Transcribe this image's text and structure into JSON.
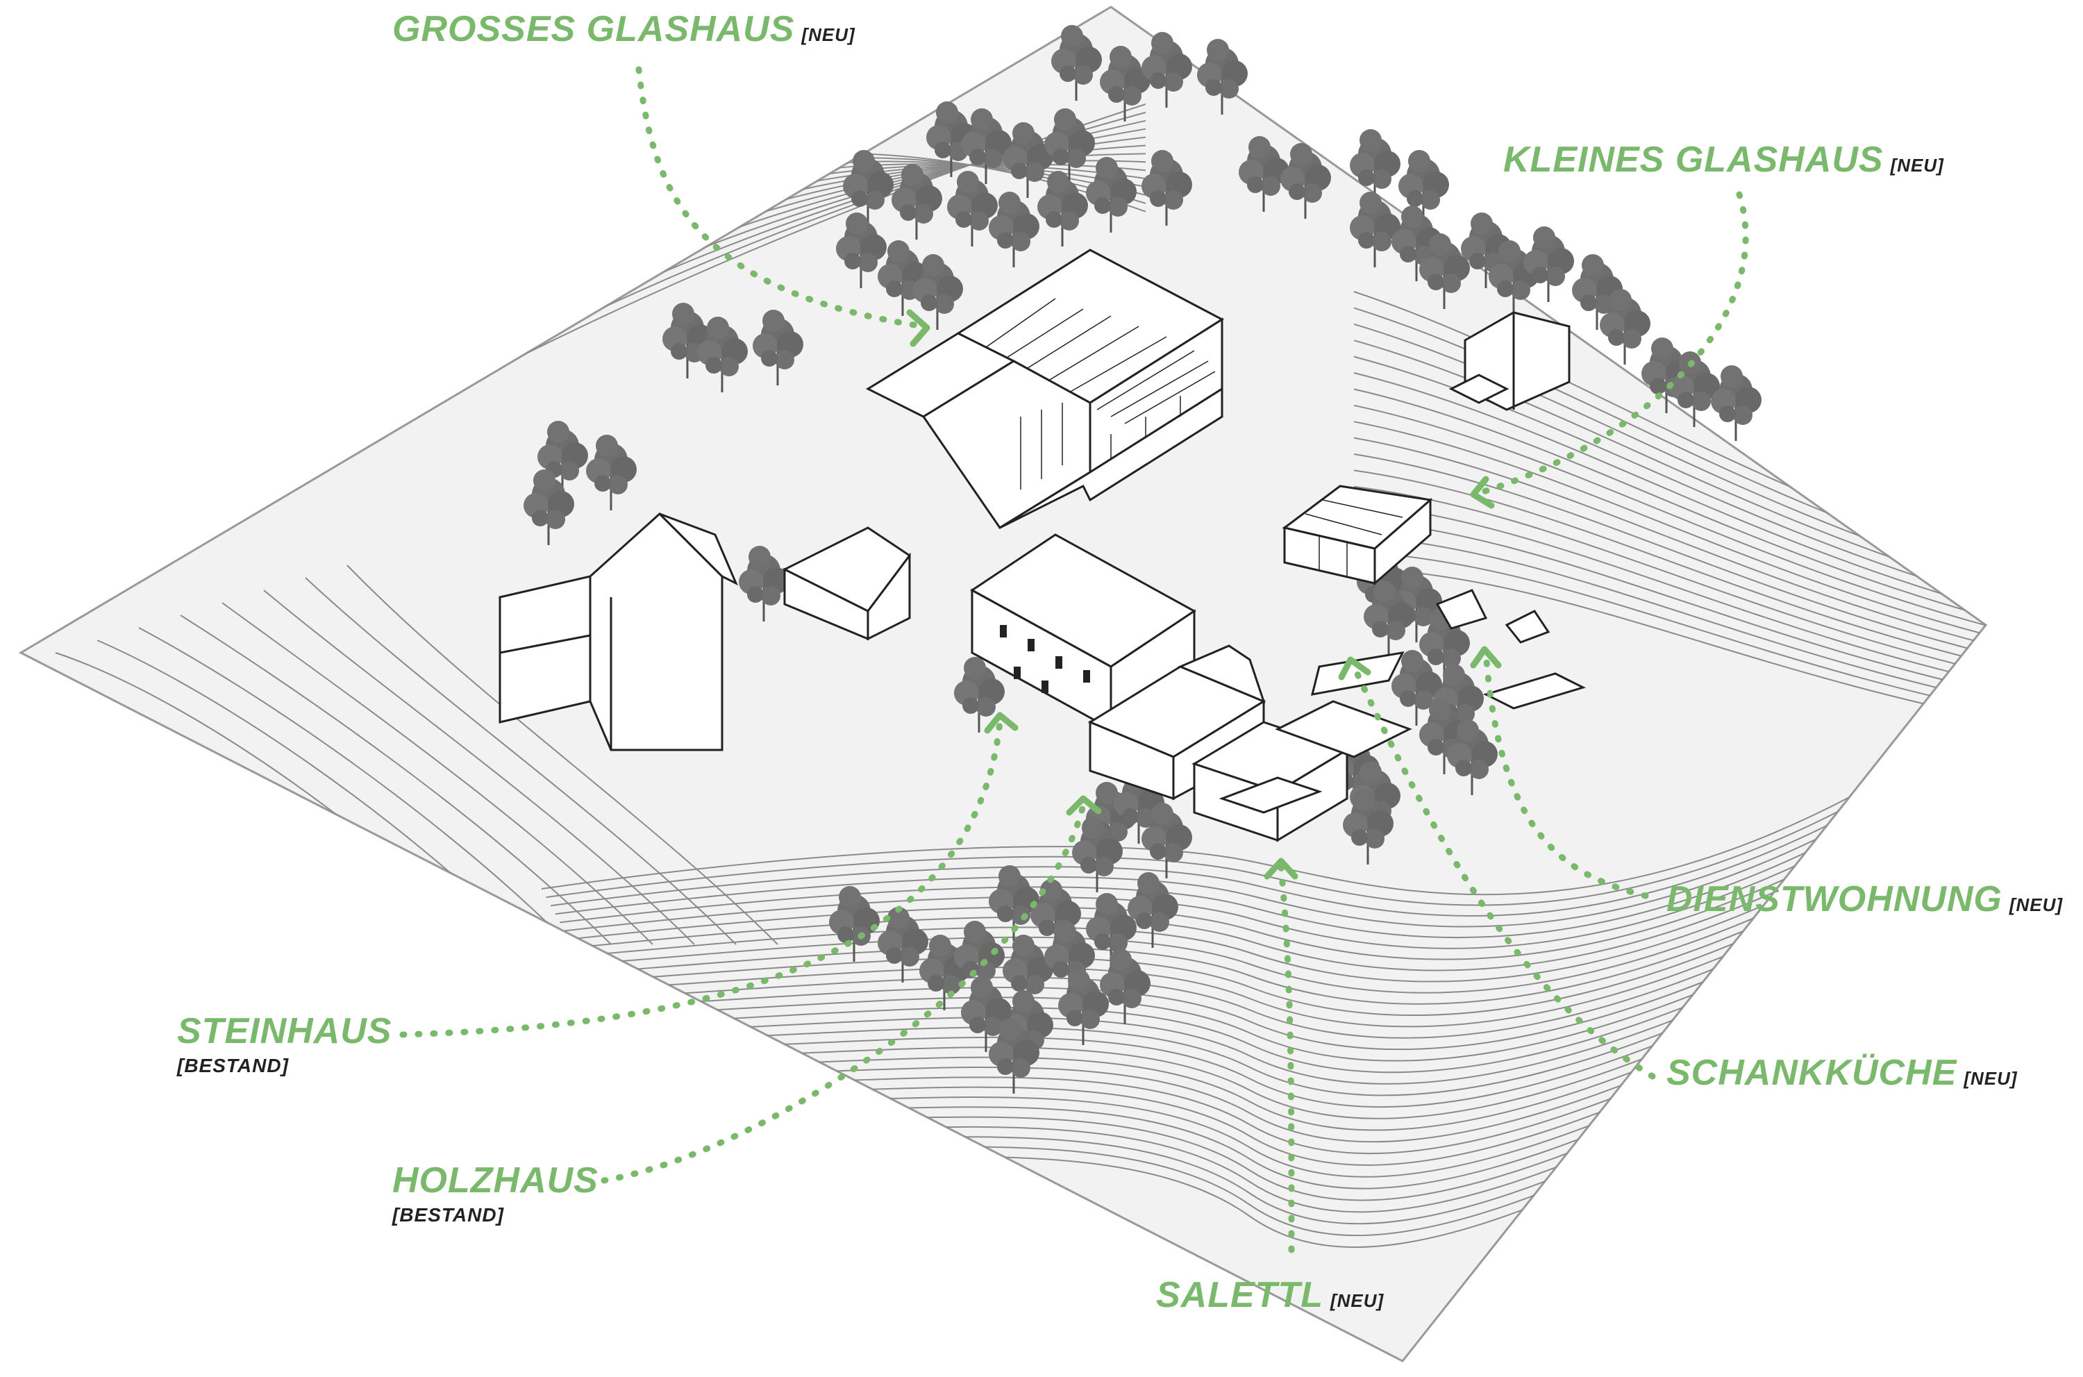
{
  "colors": {
    "accent": "#7ab86c",
    "terrain_fill": "#f2f2f2",
    "contour": "#8a8a8a",
    "tree": "#6e6e6e",
    "tag_text": "#222222"
  },
  "labels": {
    "grosses_glashaus": {
      "name": "GROSSES GLASHAUS",
      "tag": "[NEU]"
    },
    "kleines_glashaus": {
      "name": "KLEINES GLASHAUS",
      "tag": "[NEU]"
    },
    "dienstwohnung": {
      "name": "DIENSTWOHNUNG",
      "tag": "[NEU]"
    },
    "schankkueche": {
      "name": "SCHANKKÜCHE",
      "tag": "[NEU]"
    },
    "salettl": {
      "name": "SALETTL",
      "tag": "[NEU]"
    },
    "steinhaus": {
      "name": "STEINHAUS",
      "tag": "[BESTAND]"
    },
    "holzhaus": {
      "name": "HOLZHAUS",
      "tag": "[BESTAND]"
    }
  }
}
